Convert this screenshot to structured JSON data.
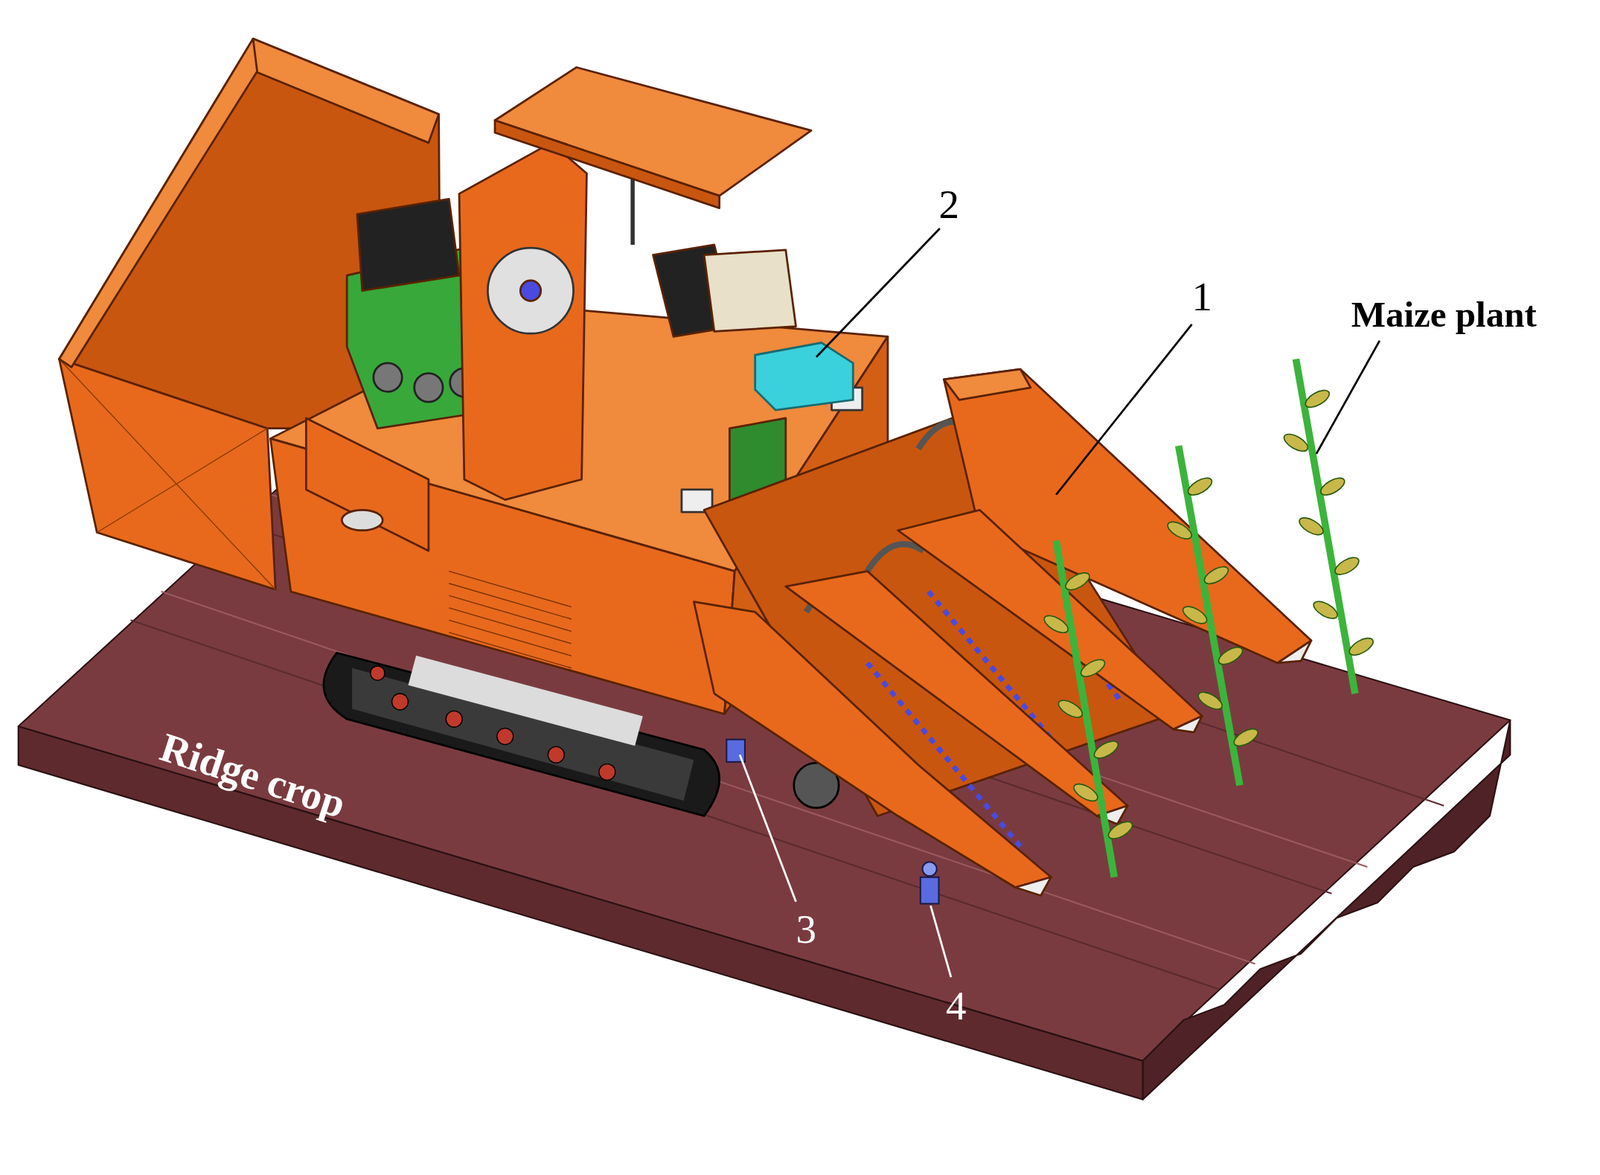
{
  "diagram": {
    "labels": [
      "2",
      "1",
      "Maize plant",
      "Ridge crop",
      "3",
      "4"
    ]
  }
}
